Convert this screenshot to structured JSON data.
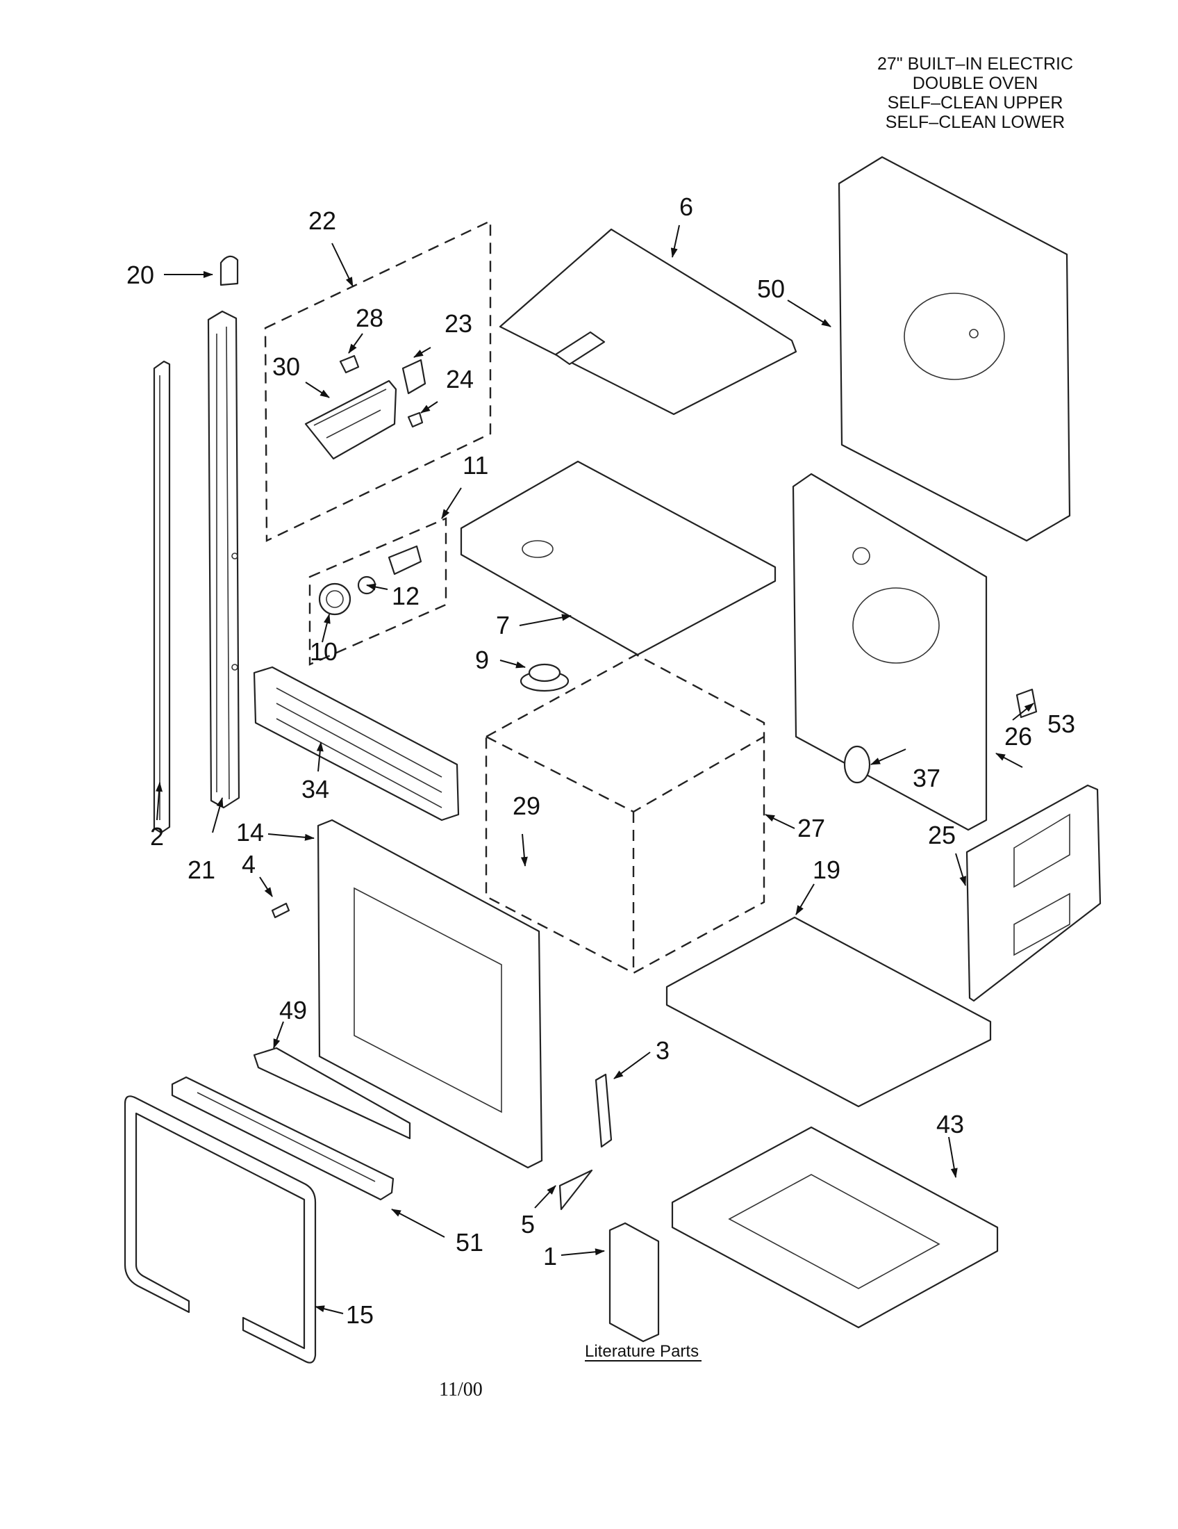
{
  "title_lines": [
    "27\" BUILT–IN ELECTRIC",
    "DOUBLE OVEN",
    "SELF–CLEAN UPPER",
    "SELF–CLEAN LOWER"
  ],
  "callouts": {
    "p1": "1",
    "p2": "2",
    "p3": "3",
    "p4": "4",
    "p5": "5",
    "p6": "6",
    "p7": "7",
    "p9": "9",
    "p10": "10",
    "p11": "11",
    "p12": "12",
    "p14": "14",
    "p15": "15",
    "p19": "19",
    "p20": "20",
    "p21": "21",
    "p22": "22",
    "p23": "23",
    "p24": "24",
    "p25": "25",
    "p26": "26",
    "p27": "27",
    "p28": "28",
    "p29": "29",
    "p30": "30",
    "p34": "34",
    "p37": "37",
    "p43": "43",
    "p49": "49",
    "p50": "50",
    "p51": "51",
    "p53": "53"
  },
  "literature_label": "Literature Parts",
  "page_date": "11/00"
}
